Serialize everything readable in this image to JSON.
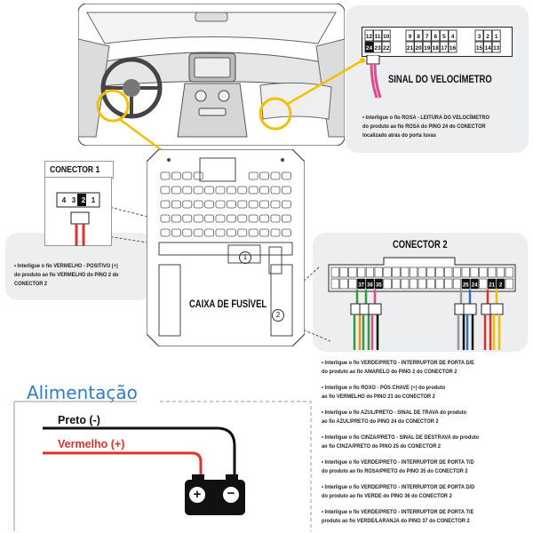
{
  "connector1": {
    "title": "CONECTOR 1",
    "pins": [
      "4",
      "3",
      "2",
      "1"
    ],
    "note_lines": [
      "• Interligue o fio VERMELHO - POSITIVO (+)",
      "do produto ao fio VERMELHO do PINO 2 do",
      "CONECTOR 2"
    ]
  },
  "speedometer": {
    "title": "SINAL DO VELOCÍMETRO",
    "pins_top": [
      "12",
      "11",
      "10",
      "9",
      "8",
      "7",
      "6",
      "5",
      "4",
      "3",
      "2",
      "1"
    ],
    "pins_bottom": [
      "24",
      "23",
      "22",
      "21",
      "20",
      "19",
      "18",
      "17",
      "16",
      "15",
      "14",
      "13"
    ],
    "note_lines": [
      "• Interligue o fio ROSA - LEITURA DO VELOCÍMETRO",
      "do produto ao fio ROSA do PINO 24 do CONECTOR",
      "localizado atrás do porta luvas"
    ]
  },
  "fusebox": {
    "label": "CAIXA DE FUSÍVEL",
    "marker1": "1",
    "marker2": "2"
  },
  "connector2": {
    "title": "CONECTOR 2",
    "pins_bottom": [
      "37",
      "36",
      "35",
      "25",
      "24",
      "21",
      "2"
    ]
  },
  "notes": [
    [
      "• Interligue o fio VERDE/PRETO - INTERRUPTOR DE PORTA D/E",
      "do produto ao fio AMARELO do ",
      "PINO 2",
      " do CONECTOR 2"
    ],
    [
      "• Interligue o fio ROXO - PÓS CHAVE (+) do produto",
      "ao fio VERMELHO do ",
      "PINO 21",
      " do CONECTOR 2"
    ],
    [
      "• Interligue o fio AZUL/PRETO - SINAL DE TRAVA do produto",
      "ao fio AZUL/PRETO do ",
      "PINO 24",
      " do CONECTOR 2"
    ],
    [
      "• Interligue o fio CINZA/PRETO - SINAL DE DESTRAVA do produto",
      "ao fio CINZA/PRETO do ",
      "PINO 25",
      " do CONECTOR 2"
    ],
    [
      "• Interligue o fio VERDE/PRETO - INTERRUPTOR DE PORTA T/D",
      "do produto ao fio ROSA/PRETO do ",
      "PINO 35",
      " do CONECTOR 2"
    ],
    [
      "• Interligue o fio VERDE/PRETO - INTERRUPTOR DE PORTA D/D",
      "do produto ao fio VERDE do ",
      "PINO 36",
      " do CONECTOR 2"
    ],
    [
      "• Interligue o fio VERDE/PRETO - INTERRUPTOR DE PORTA T/E",
      "produto ao fio VERDE/LARANJA do ",
      "PINO 37",
      " do CONECTOR 2"
    ]
  ],
  "power": {
    "title": "Alimentação",
    "black_label": "Preto (-)",
    "red_label": "Vermelho (+)"
  },
  "colors": {
    "red": "#e0312b",
    "pink": "#e24a8c",
    "title_blue": "#2f7fc4",
    "card_bg": "#eceeef",
    "yellow_circle": "#f2c000"
  }
}
